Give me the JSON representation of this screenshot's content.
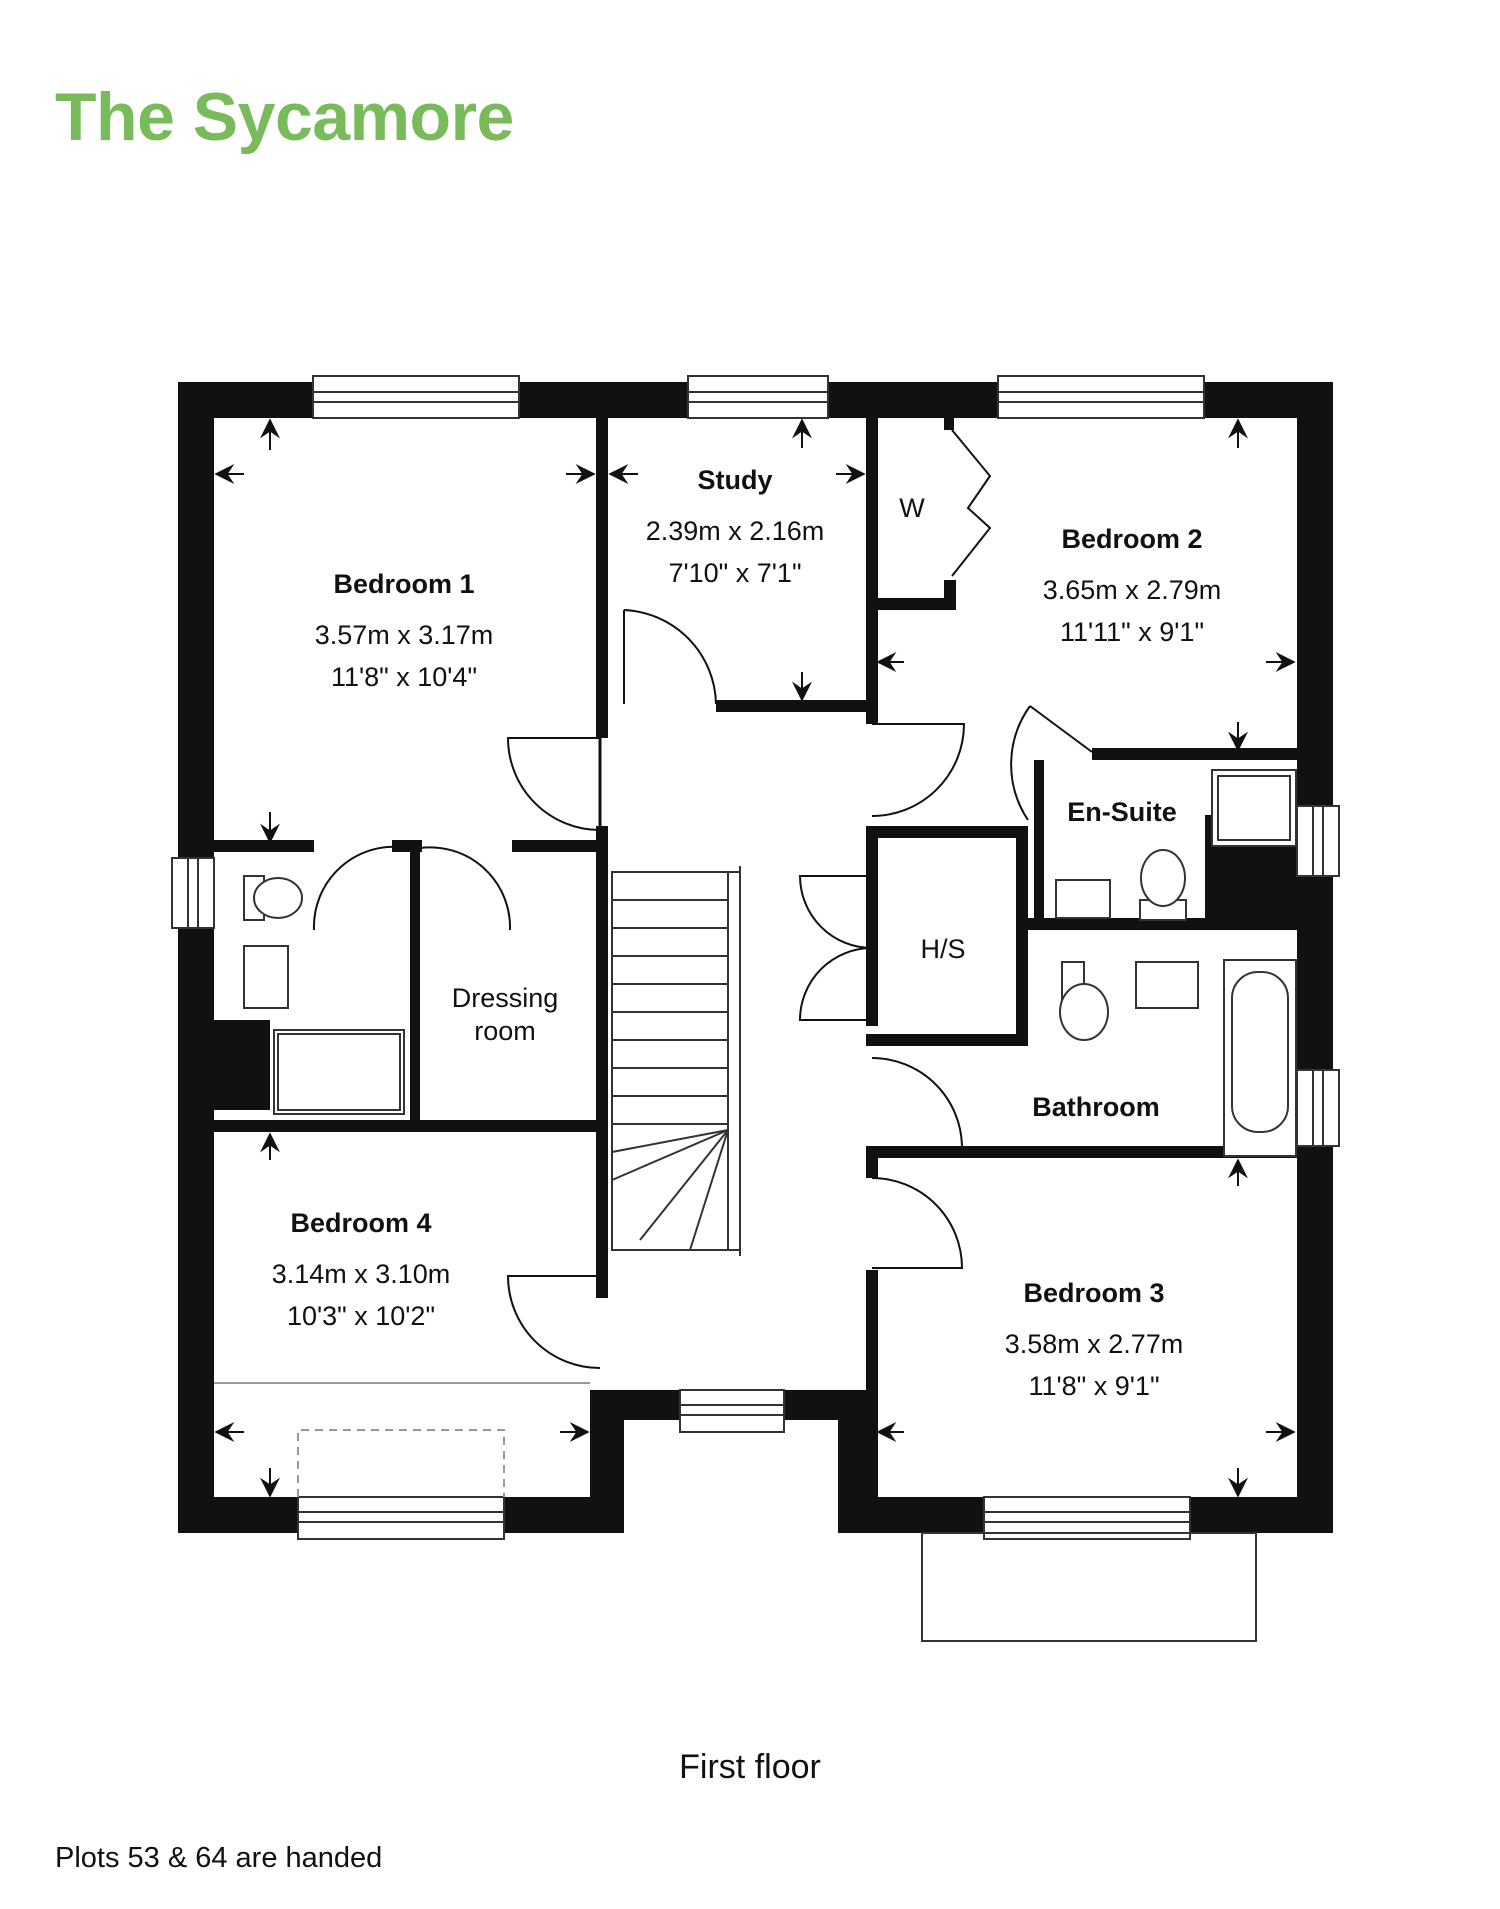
{
  "header": {
    "title": "The Sycamore"
  },
  "floor_label": "First floor",
  "footnote": "Plots 53 & 64 are handed",
  "colors": {
    "title": "#79bb5a",
    "walls": "#111111",
    "window_frame": "#333333"
  },
  "rooms": {
    "bedroom1": {
      "name": "Bedroom 1",
      "metric": "3.57m x 3.17m",
      "imperial": "11'8\" x 10'4\""
    },
    "study": {
      "name": "Study",
      "metric": "2.39m x 2.16m",
      "imperial": "7'10\" x 7'1\""
    },
    "bedroom2": {
      "name": "Bedroom 2",
      "metric": "3.65m x 2.79m",
      "imperial": "11'11\" x 9'1\""
    },
    "ensuite": {
      "name": "En-Suite"
    },
    "hs": {
      "name": "H/S"
    },
    "wardrobe": {
      "name": "W"
    },
    "dressing": {
      "name_line1": "Dressing",
      "name_line2": "room"
    },
    "bathroom": {
      "name": "Bathroom"
    },
    "bedroom4": {
      "name": "Bedroom 4",
      "metric": "3.14m x 3.10m",
      "imperial": "10'3\" x 10'2\""
    },
    "bedroom3": {
      "name": "Bedroom 3",
      "metric": "3.58m x 2.77m",
      "imperial": "11'8\" x 9'1\""
    }
  }
}
